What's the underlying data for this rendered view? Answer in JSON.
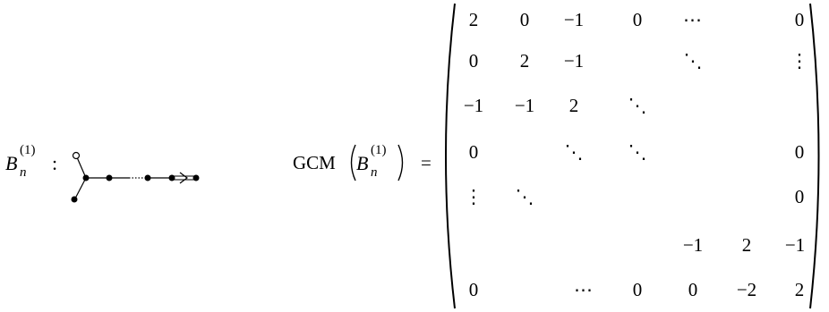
{
  "left_label": {
    "base": "B",
    "sub": "n",
    "sup": "(1)",
    "colon": ":"
  },
  "gcm_label": {
    "func": "GCM",
    "base": "B",
    "sub": "n",
    "sup": "(1)",
    "equals": "="
  },
  "matrix": {
    "rows": [
      [
        "2",
        "0",
        "−1",
        "0",
        "⋯",
        "",
        "0"
      ],
      [
        "0",
        "2",
        "−1",
        "",
        "⋱",
        "",
        "⋮"
      ],
      [
        "−1",
        "−1",
        "2",
        "⋱",
        "",
        "",
        ""
      ],
      [
        "0",
        "",
        "⋱",
        "⋱",
        "",
        "",
        "0"
      ],
      [
        "⋮",
        "⋱",
        "",
        "",
        "",
        "",
        "0"
      ],
      [
        "",
        "",
        "",
        "",
        "−1",
        "2",
        "−1"
      ],
      [
        "0",
        "",
        "⋯",
        "0",
        "0",
        "−2",
        "2"
      ]
    ]
  }
}
